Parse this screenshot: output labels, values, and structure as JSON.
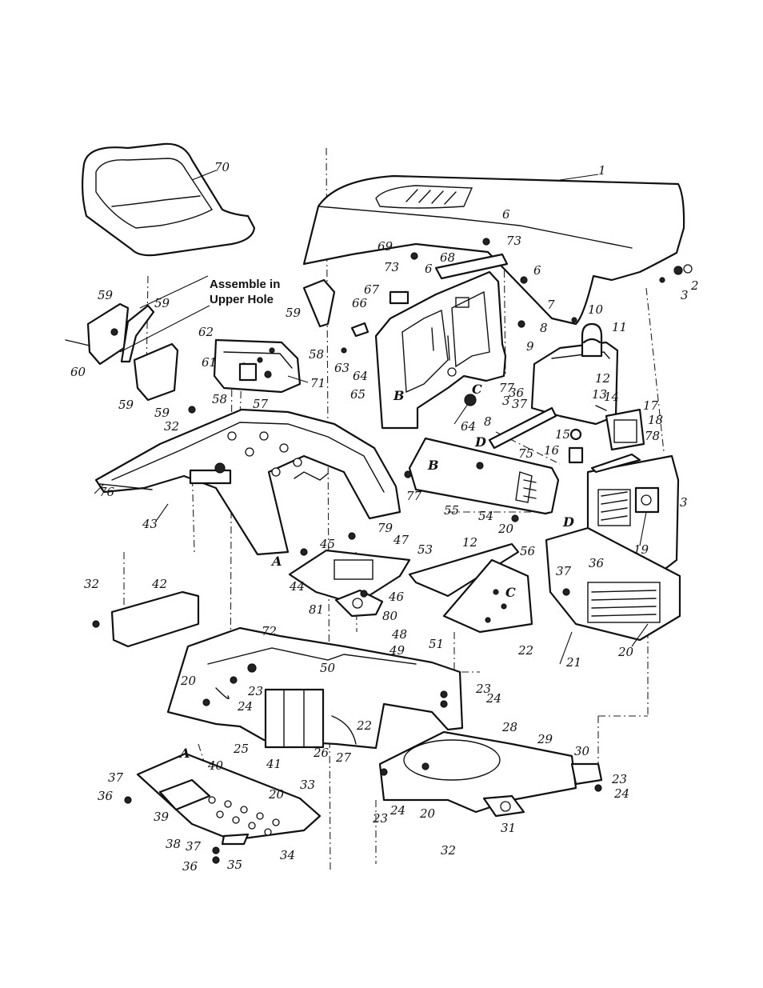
{
  "note": {
    "line1": "Assemble in",
    "line2": "Upper Hole"
  },
  "refs": {
    "a": "A",
    "b": "B",
    "c": "C",
    "d": "D"
  },
  "callouts": {
    "c1": "1",
    "c2": "2",
    "c3": "3",
    "c6": "6",
    "c7": "7",
    "c8": "8",
    "c9": "9",
    "c10": "10",
    "c11": "11",
    "c12": "12",
    "c13": "13",
    "c14": "14",
    "c15": "15",
    "c16": "16",
    "c17": "17",
    "c18": "18",
    "c19": "19",
    "c20": "20",
    "c21": "21",
    "c22": "22",
    "c23": "23",
    "c24": "24",
    "c25": "25",
    "c26": "26",
    "c27": "27",
    "c28": "28",
    "c29": "29",
    "c30": "30",
    "c31": "31",
    "c32": "32",
    "c33": "33",
    "c34": "34",
    "c35": "35",
    "c36": "36",
    "c37": "37",
    "c38": "38",
    "c39": "39",
    "c40": "40",
    "c41": "41",
    "c42": "42",
    "c43": "43",
    "c44": "44",
    "c45": "45",
    "c46": "46",
    "c47": "47",
    "c48": "48",
    "c49": "49",
    "c50": "50",
    "c51": "51",
    "c53": "53",
    "c54": "54",
    "c55": "55",
    "c56": "56",
    "c57": "57",
    "c58": "58",
    "c59": "59",
    "c60": "60",
    "c61": "61",
    "c62": "62",
    "c63": "63",
    "c64": "64",
    "c65": "65",
    "c66": "66",
    "c67": "67",
    "c68": "68",
    "c69": "69",
    "c70": "70",
    "c71": "71",
    "c72": "72",
    "c73": "73",
    "c75": "75",
    "c76": "76",
    "c77": "77",
    "c78": "78",
    "c79": "79",
    "c80": "80",
    "c81": "81"
  }
}
